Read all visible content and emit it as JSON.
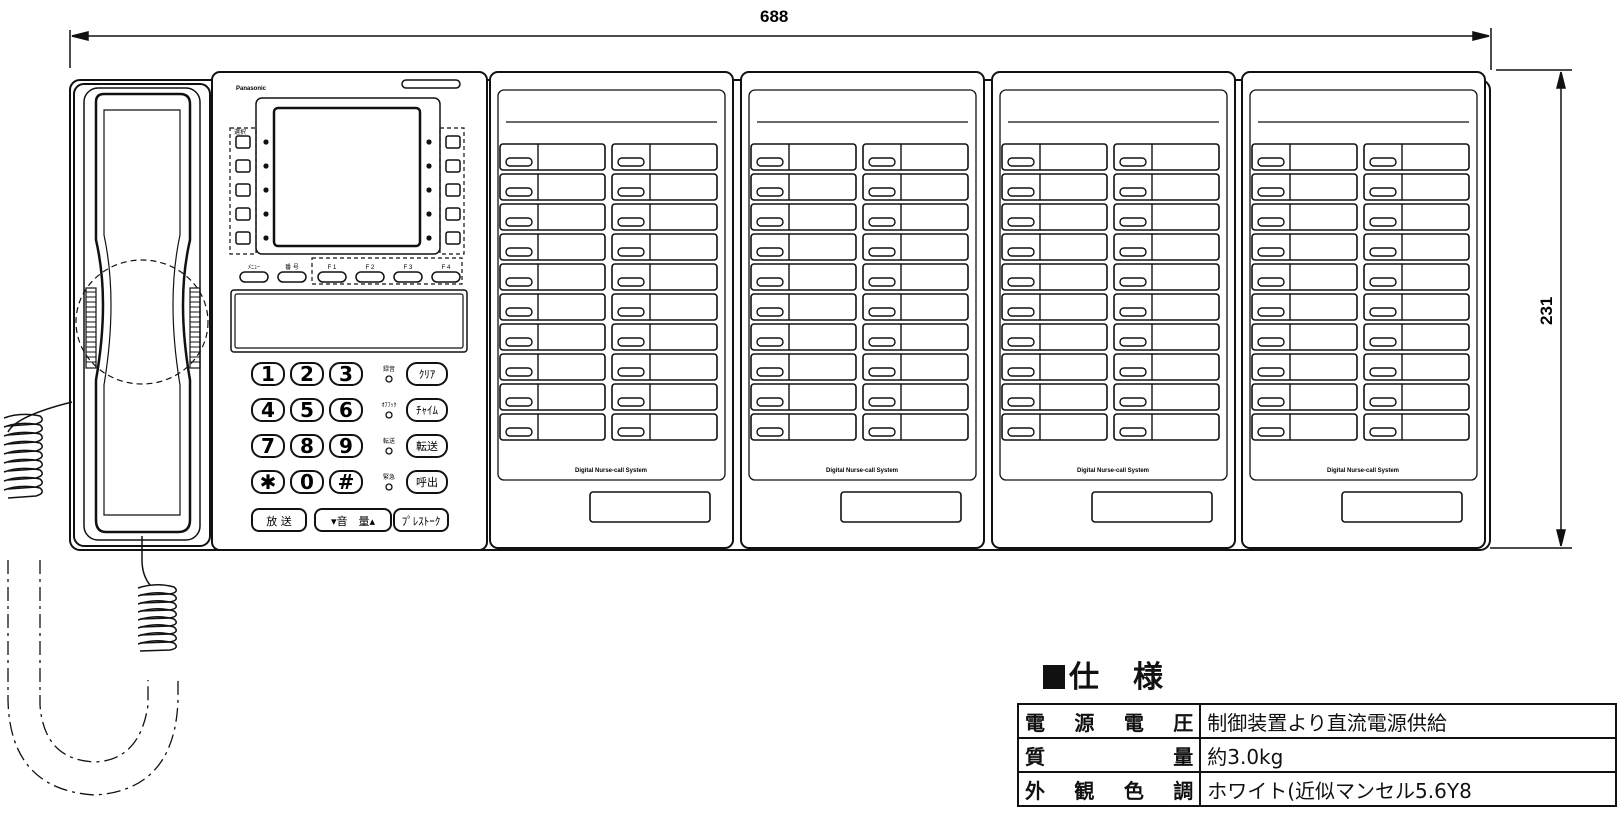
{
  "dimensions": {
    "width_label": "688",
    "height_label": "231"
  },
  "console": {
    "brand": "Panasonic",
    "menu_label": "ﾒﾆｭｰ",
    "bangou_label": "番 号",
    "f_keys": [
      "F 1",
      "F 2",
      "F 3",
      "F 4"
    ],
    "left_side_label": "選択",
    "keypad_rows": [
      {
        "keys": [
          "1",
          "2",
          "3"
        ],
        "side": "録音",
        "action": "ｸﾘｱ"
      },
      {
        "keys": [
          "4",
          "5",
          "6"
        ],
        "side": "ｵﾌﾌｯｸ",
        "action": "ﾁｬｲﾑ"
      },
      {
        "keys": [
          "7",
          "8",
          "9"
        ],
        "side": "転送",
        "action": "転送"
      },
      {
        "keys": [
          "✱",
          "0",
          "#"
        ],
        "side": "緊急",
        "action": "呼出"
      }
    ],
    "bottom_keys": [
      "放 送",
      "▾音　量▴",
      "ﾌﾟﾚｽﾄｰｸ"
    ]
  },
  "expansion_panels": {
    "count": 4,
    "caption": "Digital Nurse-call System",
    "rows": 10,
    "columns": 2
  },
  "spec": {
    "title": "仕　様",
    "rows": [
      {
        "label": "電源電圧",
        "value": "制御装置より直流電源供給"
      },
      {
        "label": "質量",
        "value": "約3.0kg"
      },
      {
        "label": "外観色調",
        "value": "ホワイト(近似マンセル5.6Y8"
      }
    ]
  }
}
